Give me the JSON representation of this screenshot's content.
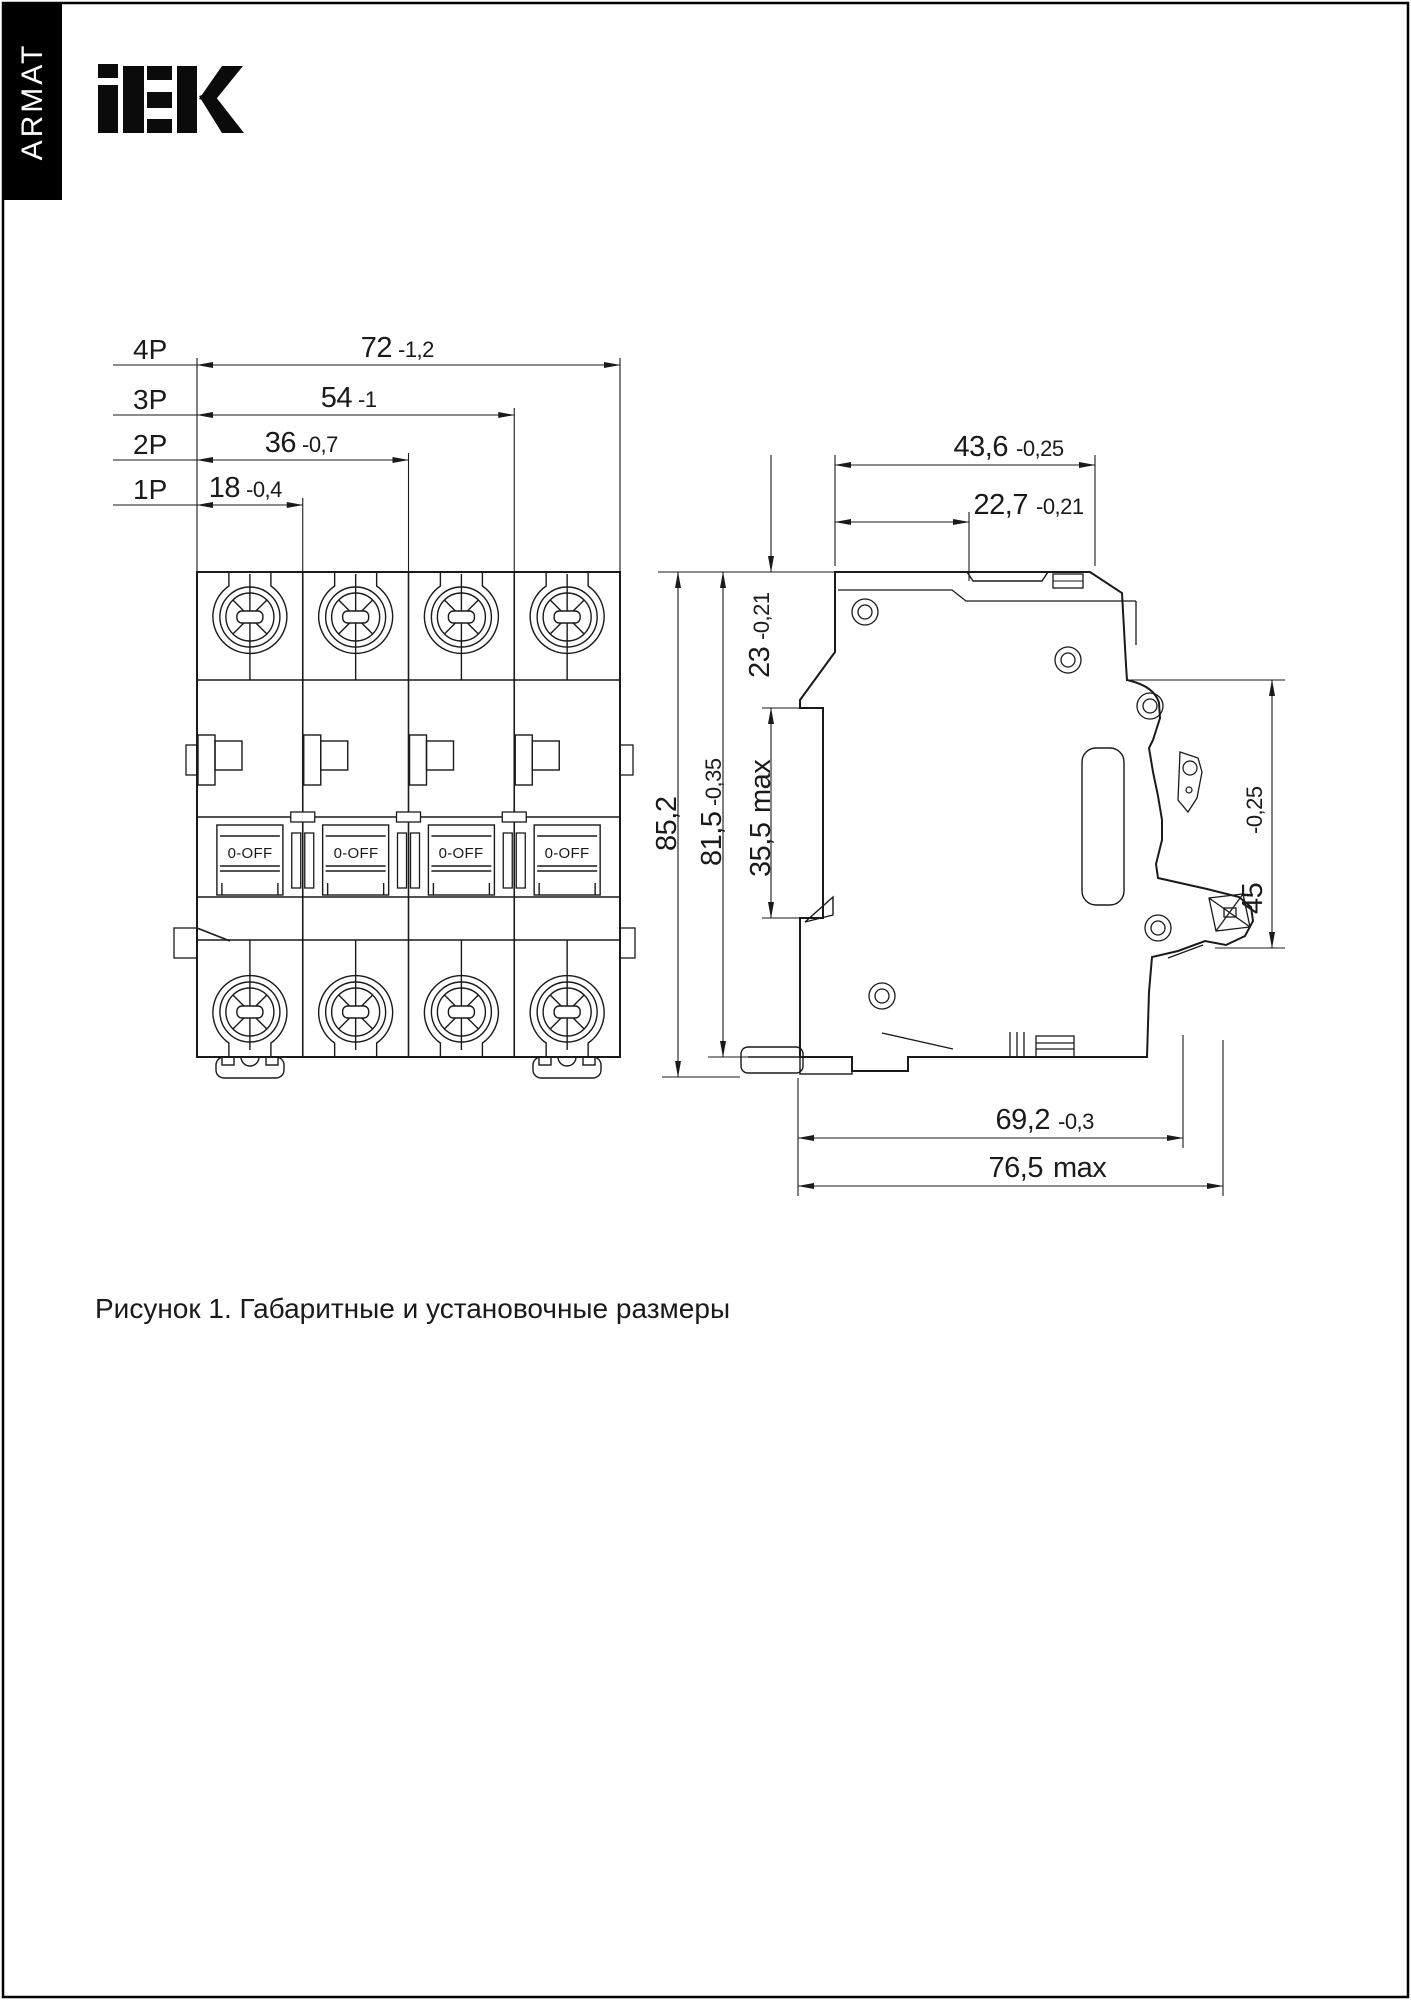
{
  "page": {
    "sidebar_label": "ARMAT",
    "brand_logo": "IEK",
    "caption": "Рисунок 1. Габаритные и установочные размеры",
    "colors": {
      "line": "#1a1a1a",
      "background": "#ffffff",
      "sidebar": "#000000"
    }
  },
  "front_view": {
    "toggle_label": "0-OFF",
    "pole_dimensions": [
      {
        "pole": "4P",
        "value": "72",
        "tolerance": "-1,2"
      },
      {
        "pole": "3P",
        "value": "54",
        "tolerance": "-1"
      },
      {
        "pole": "2P",
        "value": "36",
        "tolerance": "-0,7"
      },
      {
        "pole": "1P",
        "value": "18",
        "tolerance": "-0,4"
      }
    ]
  },
  "side_view": {
    "dimensions": {
      "depth": {
        "value": "43,6",
        "tolerance": "-0,25"
      },
      "rail_to_front": {
        "value": "22,7",
        "tolerance": "-0,21"
      },
      "top_to_rail": {
        "value": "23",
        "tolerance": "-0,21"
      },
      "overall_height": {
        "value": "85,2",
        "tolerance": ""
      },
      "body_height": {
        "value": "81,5",
        "tolerance": "-0,35"
      },
      "rail_channel": {
        "value": "35,5",
        "suffix": "max"
      },
      "front_height": {
        "value": "45",
        "tolerance": "-0,25"
      },
      "depth_to_terminal": {
        "value": "69,2",
        "tolerance": "-0,3"
      },
      "max_depth": {
        "value": "76,5",
        "suffix": "max"
      }
    }
  }
}
